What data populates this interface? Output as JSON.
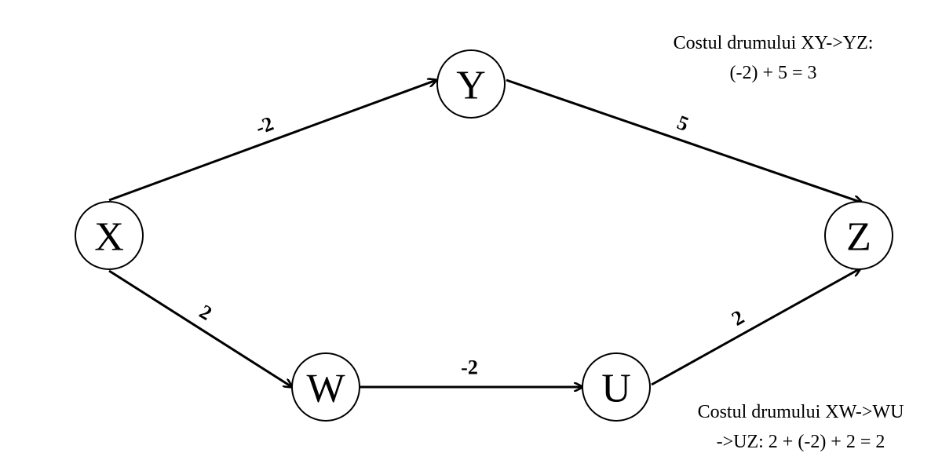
{
  "graph": {
    "nodes": [
      {
        "id": "X",
        "label": "X"
      },
      {
        "id": "Y",
        "label": "Y"
      },
      {
        "id": "Z",
        "label": "Z"
      },
      {
        "id": "W",
        "label": "W"
      },
      {
        "id": "U",
        "label": "U"
      }
    ],
    "edges": [
      {
        "from": "X",
        "to": "Y",
        "weight": "-2"
      },
      {
        "from": "Y",
        "to": "Z",
        "weight": "5"
      },
      {
        "from": "X",
        "to": "W",
        "weight": "2"
      },
      {
        "from": "W",
        "to": "U",
        "weight": "-2"
      },
      {
        "from": "U",
        "to": "Z",
        "weight": "2"
      }
    ]
  },
  "notes": {
    "top": {
      "line1": "Costul drumului XY->YZ:",
      "line2": "(-2) + 5 = 3"
    },
    "bottom": {
      "line1": "Costul drumului XW->WU",
      "line2": "->UZ: 2 + (-2) + 2 = 2"
    }
  },
  "colors": {
    "stroke": "#000000",
    "background": "#ffffff"
  }
}
